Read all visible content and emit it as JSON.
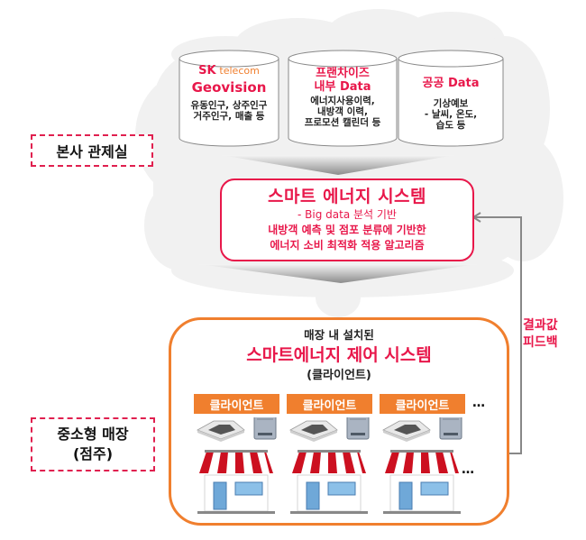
{
  "colors": {
    "accent_red": "#e8174a",
    "accent_orange": "#f07f2e",
    "cloud": "#f0f0f0",
    "arrow_gray": "#888888"
  },
  "hq_label": "본사 관제실",
  "store_label": {
    "line1": "중소형 매장",
    "line2": "(점주)"
  },
  "data_sources": [
    {
      "brand": "SK telecom",
      "brand_prefix": "SK",
      "brand_suffix": "telecom",
      "title": "Geovision",
      "lines": [
        "유동인구, 상주인구",
        "거주인구, 매출 등"
      ]
    },
    {
      "title_line1": "프랜차이즈",
      "title_line2": "내부 Data",
      "lines": [
        "에너지사용이력,",
        "내방객 이력,",
        "프로모션 캘린더 등"
      ]
    },
    {
      "title": "공공 Data",
      "lines": [
        "기상예보",
        "- 날씨, 온도,",
        "습도 등"
      ]
    }
  ],
  "smart_energy_system": {
    "title": "스마트 에너지 시스템",
    "lines": [
      "- Big data 분석 기반",
      "내방객 예측 및 점포 분류에 기반한",
      "에너지 소비 최적화 적용 알고리즘"
    ]
  },
  "store_system": {
    "subtitle": "매장 내 설치된",
    "title": "스마트에너지 제어 시스템",
    "caption": "(클라이언트)",
    "clients": [
      {
        "label": "클라이언트"
      },
      {
        "label": "클라이언트"
      },
      {
        "label": "클라이언트"
      }
    ],
    "ellipsis": "…"
  },
  "feedback": {
    "line1": "결과값",
    "line2": "피드백"
  }
}
